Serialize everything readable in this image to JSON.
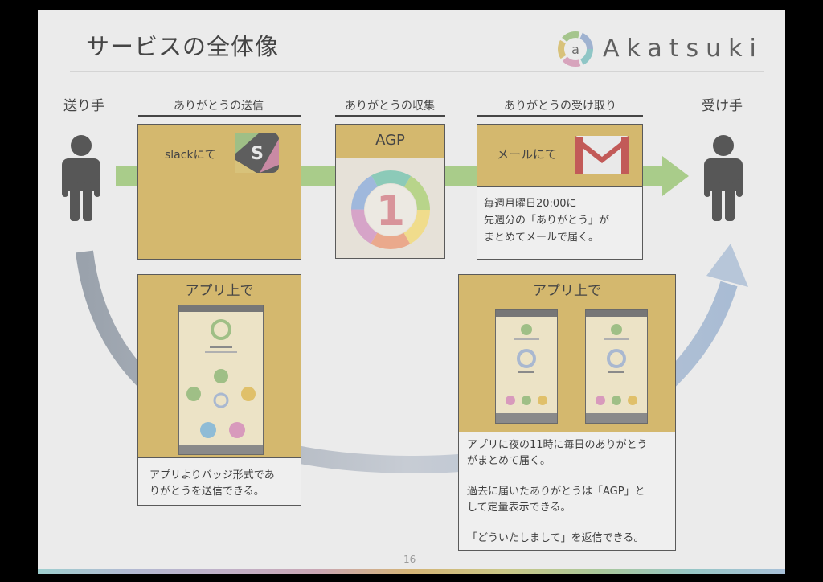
{
  "slide": {
    "title": "サービスの全体像",
    "logo_text": "Akatsuki",
    "page_number": "16"
  },
  "roles": {
    "sender": "送り手",
    "receiver": "受け手"
  },
  "stages": {
    "send": "ありがとうの送信",
    "collect": "ありがとうの収集",
    "receive": "ありがとうの受け取り"
  },
  "send_box": {
    "label": "slackにて",
    "icon": "slack-icon"
  },
  "agp_box": {
    "label": "AGP",
    "badge_number": "1"
  },
  "mail_box": {
    "label": "メールにて",
    "icon": "gmail-icon",
    "note": [
      "毎週月曜日20:00に",
      "先週分の「ありがとう」が",
      "まとめてメールで届く。"
    ]
  },
  "app_send": {
    "heading": "アプリ上で",
    "note": [
      "アプリよりバッジ形式であ",
      "りがとうを送信できる。"
    ]
  },
  "app_receive": {
    "heading": "アプリ上で",
    "note": [
      "アプリに夜の11時に毎日のありがとう",
      "がまとめて届く。",
      "",
      "過去に届いたありがとうは「AGP」と",
      "して定量表示できる。",
      "",
      "「どういたしまして」を返信できる。"
    ]
  },
  "colors": {
    "box_fill": "#d4b86e",
    "arrow_green": "#a9cc8a",
    "arc_blue": "#b7c6d9",
    "person": "#575757"
  }
}
